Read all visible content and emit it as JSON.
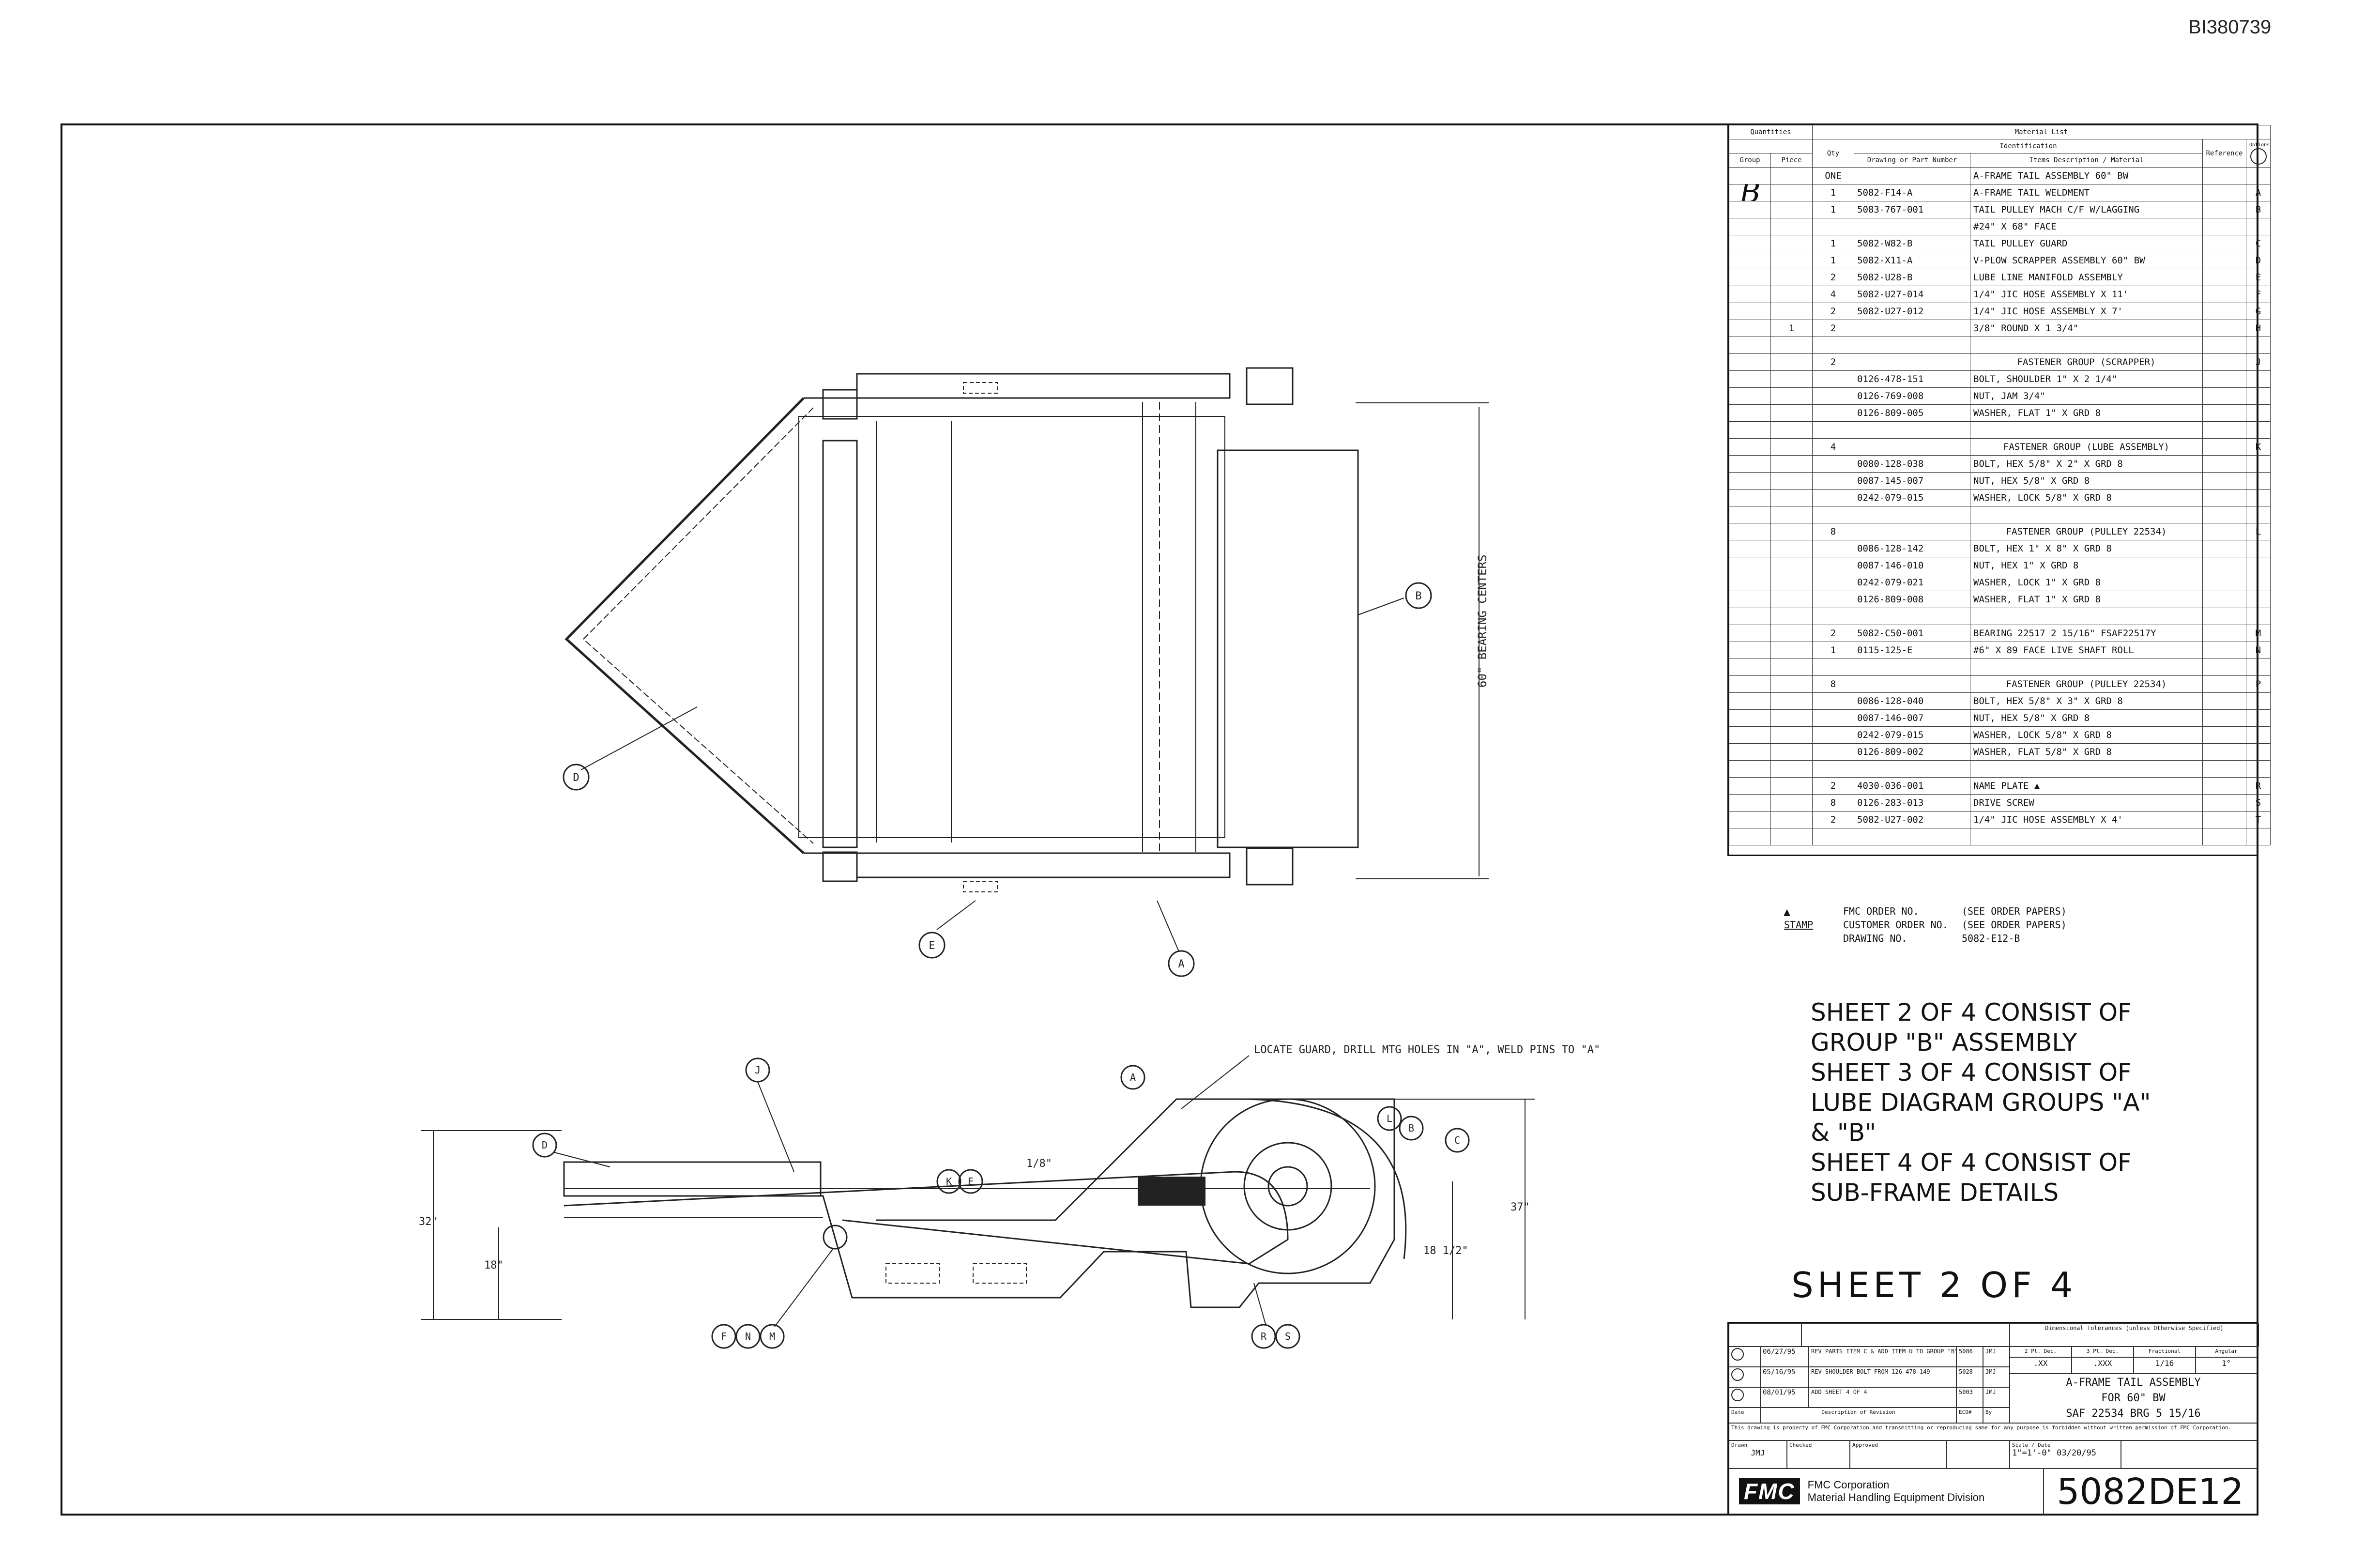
{
  "sheet_id": "BI380739",
  "material_list": {
    "title": "Material List",
    "header": {
      "quantities": "Quantities",
      "group": "Group",
      "piece": "Piece",
      "qty": "Qty",
      "identification": "Identification",
      "drawing_part": "Drawing or Part Number",
      "item_description": "Items Description / Material",
      "reference": "Reference",
      "options": "Options"
    },
    "group_label": "B",
    "rows": [
      {
        "qty": "ONE",
        "part": "",
        "desc": "A-FRAME TAIL ASSEMBLY 60\" BW",
        "opt": ""
      },
      {
        "qty": "1",
        "part": "5082-F14-A",
        "desc": "A-FRAME TAIL WELDMENT",
        "opt": "A"
      },
      {
        "qty": "1",
        "part": "5083-767-001",
        "desc": "TAIL PULLEY MACH C/F W/LAGGING",
        "opt": "B"
      },
      {
        "qty": "",
        "part": "",
        "desc": "#24\" X 68\" FACE",
        "opt": ""
      },
      {
        "qty": "1",
        "part": "5082-W82-B",
        "desc": "TAIL PULLEY GUARD",
        "opt": "C"
      },
      {
        "qty": "1",
        "part": "5082-X11-A",
        "desc": "V-PLOW SCRAPPER ASSEMBLY 60\" BW",
        "opt": "D"
      },
      {
        "qty": "2",
        "part": "5082-U28-B",
        "desc": "LUBE LINE MANIFOLD ASSEMBLY",
        "opt": "E"
      },
      {
        "qty": "4",
        "part": "5082-U27-014",
        "desc": "1/4\" JIC HOSE ASSEMBLY X 11'",
        "opt": "F"
      },
      {
        "qty": "2",
        "part": "5082-U27-012",
        "desc": "1/4\" JIC HOSE ASSEMBLY X 7'",
        "opt": "G"
      },
      {
        "piece": "1",
        "qty": "2",
        "part": "",
        "desc": "3/8\" ROUND X 1 3/4\"",
        "opt": "H"
      },
      {
        "qty": "",
        "part": "",
        "desc": "",
        "opt": ""
      },
      {
        "qty": "2",
        "part": "",
        "desc": "FASTENER GROUP (SCRAPPER)",
        "opt": "J",
        "center": true
      },
      {
        "qty": "",
        "part": "0126-478-151",
        "desc": "BOLT, SHOULDER 1\" X 2 1/4\"",
        "opt": ""
      },
      {
        "qty": "",
        "part": "0126-769-008",
        "desc": "NUT, JAM 3/4\"",
        "opt": ""
      },
      {
        "qty": "",
        "part": "0126-809-005",
        "desc": "WASHER, FLAT 1\" X GRD 8",
        "opt": ""
      },
      {
        "qty": "",
        "part": "",
        "desc": "",
        "opt": ""
      },
      {
        "qty": "4",
        "part": "",
        "desc": "FASTENER GROUP (LUBE ASSEMBLY)",
        "opt": "K",
        "center": true
      },
      {
        "qty": "",
        "part": "0080-128-038",
        "desc": "BOLT, HEX 5/8\" X 2\" X GRD 8",
        "opt": ""
      },
      {
        "qty": "",
        "part": "0087-145-007",
        "desc": "NUT, HEX 5/8\" X GRD 8",
        "opt": ""
      },
      {
        "qty": "",
        "part": "0242-079-015",
        "desc": "WASHER, LOCK 5/8\" X GRD 8",
        "opt": ""
      },
      {
        "qty": "",
        "part": "",
        "desc": "",
        "opt": ""
      },
      {
        "qty": "8",
        "part": "",
        "desc": "FASTENER GROUP (PULLEY 22534)",
        "opt": "L",
        "center": true
      },
      {
        "qty": "",
        "part": "0086-128-142",
        "desc": "BOLT, HEX 1\" X 8\" X GRD 8",
        "opt": ""
      },
      {
        "qty": "",
        "part": "0087-146-010",
        "desc": "NUT, HEX 1\" X GRD 8",
        "opt": ""
      },
      {
        "qty": "",
        "part": "0242-079-021",
        "desc": "WASHER, LOCK 1\" X GRD 8",
        "opt": ""
      },
      {
        "qty": "",
        "part": "0126-809-008",
        "desc": "WASHER, FLAT 1\" X GRD 8",
        "opt": ""
      },
      {
        "qty": "",
        "part": "",
        "desc": "",
        "opt": ""
      },
      {
        "qty": "2",
        "part": "5082-C50-001",
        "desc": "BEARING 22517 2 15/16\" FSAF22517Y",
        "opt": "M"
      },
      {
        "qty": "1",
        "part": "0115-125-E",
        "desc": "#6\" X 89 FACE LIVE SHAFT ROLL",
        "opt": "N"
      },
      {
        "qty": "",
        "part": "",
        "desc": "",
        "opt": ""
      },
      {
        "qty": "8",
        "part": "",
        "desc": "FASTENER GROUP (PULLEY 22534)",
        "opt": "P",
        "center": true
      },
      {
        "qty": "",
        "part": "0086-128-040",
        "desc": "BOLT, HEX 5/8\" X 3\" X GRD 8",
        "opt": ""
      },
      {
        "qty": "",
        "part": "0087-146-007",
        "desc": "NUT, HEX 5/8\" X GRD 8",
        "opt": ""
      },
      {
        "qty": "",
        "part": "0242-079-015",
        "desc": "WASHER, LOCK 5/8\" X GRD 8",
        "opt": ""
      },
      {
        "qty": "",
        "part": "0126-809-002",
        "desc": "WASHER, FLAT 5/8\" X GRD 8",
        "opt": ""
      },
      {
        "qty": "",
        "part": "",
        "desc": "",
        "opt": ""
      },
      {
        "qty": "2",
        "part": "4030-036-001",
        "desc": "NAME PLATE ▲",
        "opt": "R"
      },
      {
        "qty": "8",
        "part": "0126-283-013",
        "desc": "DRIVE SCREW",
        "opt": "S"
      },
      {
        "qty": "2",
        "part": "5082-U27-002",
        "desc": "1/4\" JIC HOSE ASSEMBLY X 4'",
        "opt": "T"
      },
      {
        "qty": "",
        "part": "",
        "desc": "",
        "opt": ""
      }
    ]
  },
  "stamp": {
    "label": "▲ STAMP",
    "lines": [
      {
        "k": "FMC ORDER NO.",
        "v": "(SEE ORDER PAPERS)"
      },
      {
        "k": "CUSTOMER ORDER NO.",
        "v": "(SEE ORDER PAPERS)"
      },
      {
        "k": "DRAWING NO.",
        "v": "5082-E12-B"
      }
    ]
  },
  "sheet_notes": [
    "SHEET 2 OF 4 CONSIST OF",
    "GROUP \"B\" ASSEMBLY",
    "SHEET 3 OF 4 CONSIST OF",
    "LUBE DIAGRAM GROUPS \"A\"",
    "& \"B\"",
    "SHEET 4 OF 4 CONSIST OF",
    "SUB-FRAME DETAILS"
  ],
  "sheet_of": "SHEET 2 OF 4",
  "plan_view": {
    "dimension": "60\" BEARING CENTERS",
    "callouts": [
      "B",
      "D",
      "E",
      "A"
    ]
  },
  "side_view": {
    "note": "LOCATE GUARD, DRILL MTG HOLES IN \"A\", WELD PINS TO \"A\"",
    "dims": [
      "32\"",
      "18\"",
      "37\"",
      "18 1/2\"",
      "1/8\""
    ],
    "callouts": [
      "J",
      "D",
      "A",
      "L",
      "B",
      "C",
      "K",
      "E",
      "F",
      "N",
      "M",
      "R",
      "S"
    ]
  },
  "title_block": {
    "revisions": [
      {
        "date": "06/27/95",
        "desc": "REV PARTS ITEM C & ADD ITEM U TO GROUP \"B\"",
        "eco": "5086",
        "by": "JMJ"
      },
      {
        "date": "05/16/95",
        "desc": "REV SHOULDER BOLT FROM 126-478-149",
        "eco": "5028",
        "by": "JMJ"
      },
      {
        "date": "08/01/95",
        "desc": "ADD SHEET 4 OF 4",
        "eco": "5003",
        "by": "JMJ"
      }
    ],
    "rev_header": {
      "date": "Date",
      "desc": "Description of Revision",
      "eco": "ECO#",
      "by": "By"
    },
    "tol_header": "Dimensional Tolerances (unless Otherwise Specified)",
    "tol_labels": [
      "2 Pl. Dec.",
      "3 Pl. Dec.",
      "Fractional",
      "Angular"
    ],
    "tol_values": [
      ".XX",
      ".XXX",
      "1/16",
      "1°"
    ],
    "title_lines": [
      "A-FRAME TAIL ASSEMBLY",
      "FOR 60\" BW",
      "SAF 22534 BRG 5 15/16"
    ],
    "proprietary": "This drawing is property of FMC Corporation and transmitting or reproducing same for any purpose is forbidden without written permission of FMC Corporation.",
    "drawn_label": "Drawn",
    "drawn_by": "JMJ",
    "checked_label": "Checked",
    "approved_label": "Approved",
    "scale_label": "Scale",
    "scale": "1\"=1'-0\"",
    "date_label": "Date",
    "date": "03/20/95",
    "company_logo": "FMC",
    "company_line1": "FMC Corporation",
    "company_line2": "Material Handling Equipment Division",
    "drawing_number": "5082DE12"
  }
}
